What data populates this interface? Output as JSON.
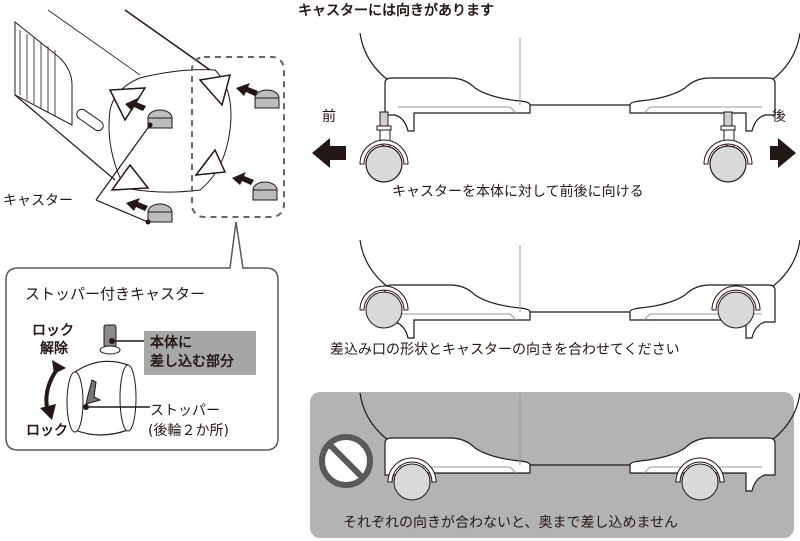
{
  "heading": "キャスターには向きがあります",
  "left_panel": {
    "caster_label": "キャスター",
    "callout": {
      "title": "ストッパー付きキャスター",
      "unlock_label": [
        "ロック",
        "解除"
      ],
      "lock_label": "ロック",
      "insert_part_label": [
        "本体に",
        "差し込む部分"
      ],
      "stopper_label": [
        "ストッパー",
        "(後輪２か所)"
      ]
    }
  },
  "right_panel": {
    "panel1": {
      "front_label": "前",
      "back_label": "後",
      "caption": "キャスターを本体に対して前後に向ける"
    },
    "panel2": {
      "caption": "差込み口の形状とキャスターの向きを合わせてください"
    },
    "panel3": {
      "caption": "それぞれの向きが合わないと、奥まで差し込めません",
      "prohibited_icon": "prohibited-icon"
    }
  },
  "colors": {
    "line": "#231815",
    "wheel_fill": "#d9d9d9",
    "warning_panel": "#b3b3b3",
    "label_box": "#a7a7a7"
  }
}
